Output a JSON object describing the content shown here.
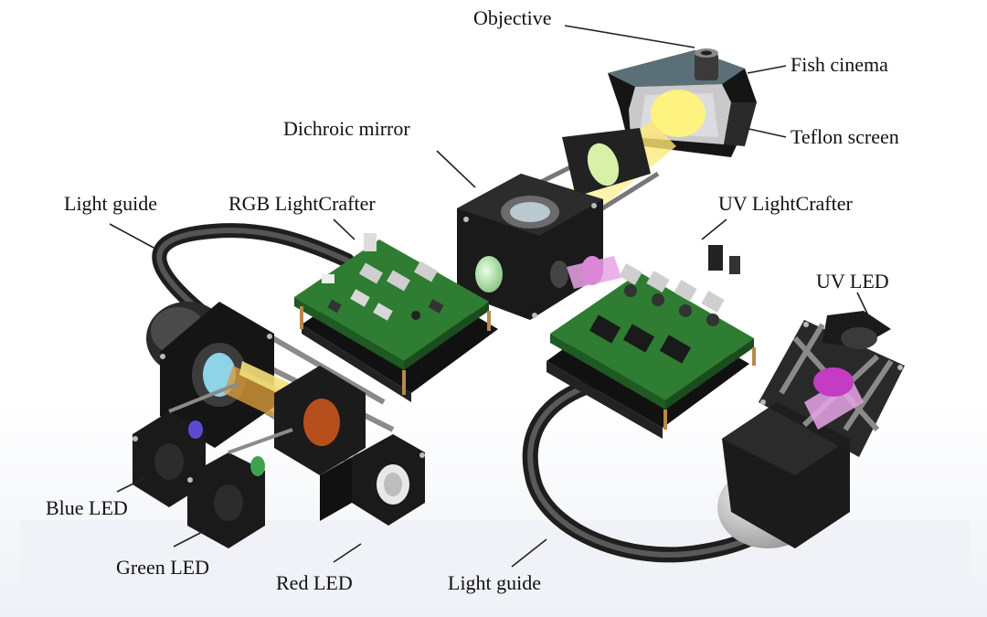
{
  "labels": {
    "objective": "Objective",
    "fish_cinema": "Fish cinema",
    "teflon_screen": "Teflon screen",
    "dichroic_mirror": "Dichroic mirror",
    "light_guide_top": "Light guide",
    "rgb_lightcrafter": "RGB LightCrafter",
    "uv_lightcrafter": "UV LightCrafter",
    "uv_led": "UV LED",
    "blue_led": "Blue LED",
    "green_led": "Green LED",
    "red_led": "Red LED",
    "light_guide_bottom": "Light guide"
  },
  "colors": {
    "frame": "#1c1c1c",
    "pcb": "#2e7d32",
    "light_guide": "#3a3a3a",
    "yellow_beam": "#ffe46b",
    "uv_beam": "#e8a3e6",
    "uv_lens": "#c43cc4",
    "lens_cyan": "#8fd3e6"
  }
}
